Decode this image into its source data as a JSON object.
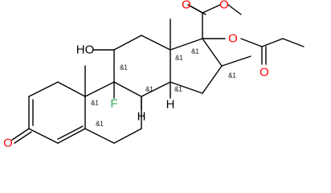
{
  "atoms": {
    "hydroxyl": "HO",
    "fluorine": "F",
    "ketone_oxygen": "O",
    "ester_oxygen": "O",
    "ester_methoxy_oxygen": "O",
    "propionate_oxygen": "O",
    "propionate_carbonyl_oxygen": "O",
    "hydrogen_c8": "H",
    "hydrogen_c14": "H"
  },
  "stereo_labels": {
    "c9": "&1",
    "c10": "&1",
    "c11": "&1",
    "c13": "&1",
    "c14": "&1",
    "c16": "&1",
    "c17": "&1",
    "c8": "&1"
  },
  "colors": {
    "oxygen": "#ff0000",
    "fluorine": "#32a852",
    "bond": "#000000"
  }
}
